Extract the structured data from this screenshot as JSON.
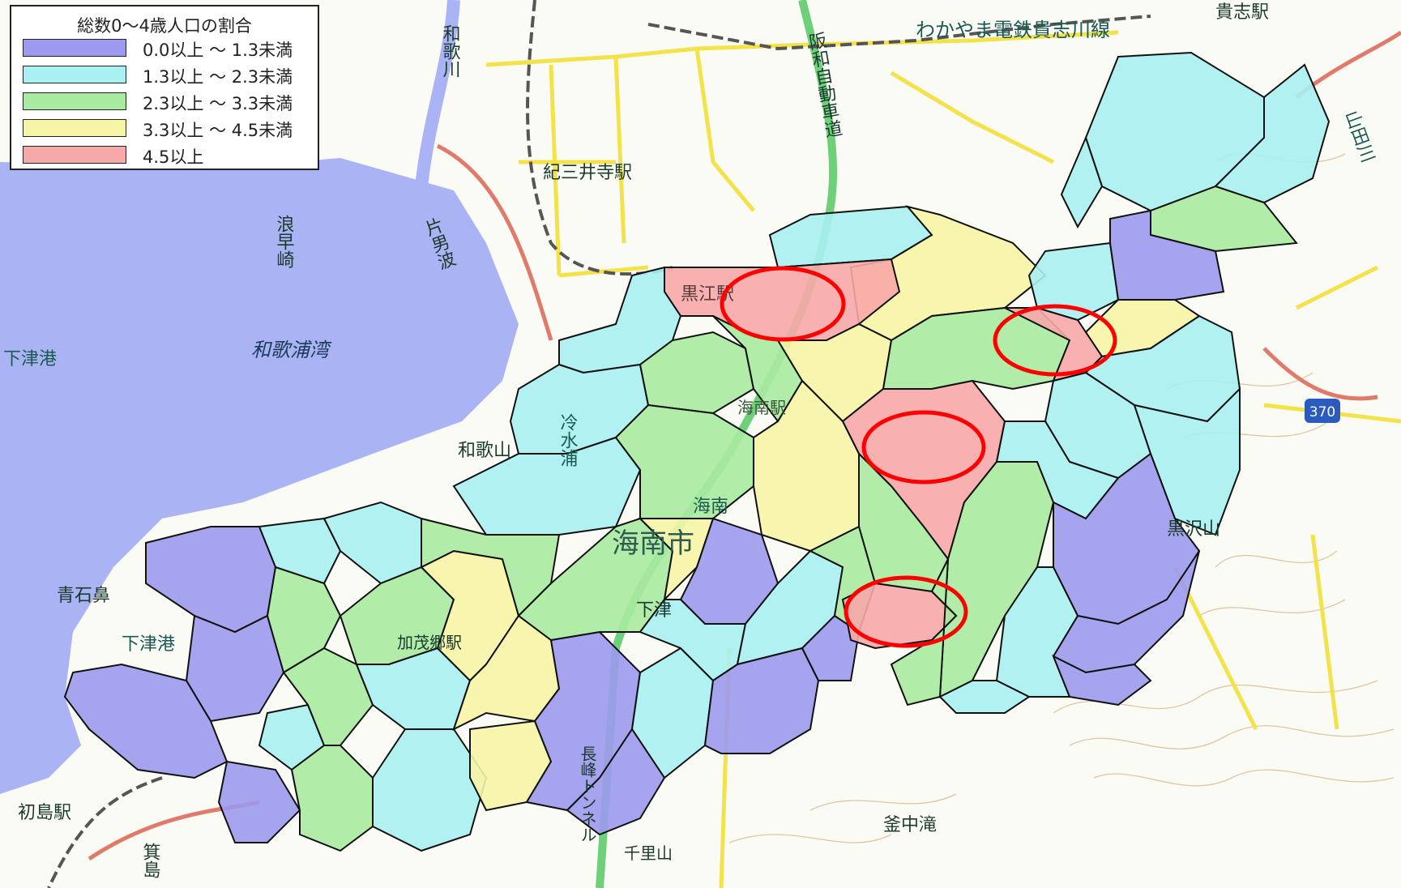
{
  "legend": {
    "title": "総数0〜4歳人口の割合",
    "items": [
      {
        "label": "0.0以上 〜 1.3未満",
        "color": "#9c99ee"
      },
      {
        "label": "1.3以上 〜 2.3未満",
        "color": "#a8f0f2"
      },
      {
        "label": "2.3以上 〜 3.3未満",
        "color": "#a8eaa0"
      },
      {
        "label": "3.3以上 〜 4.5未満",
        "color": "#f6f4a6"
      },
      {
        "label": "4.5以上",
        "color": "#f7a8a8"
      }
    ]
  },
  "place_labels": {
    "wakayama_river": "和歌川",
    "kimiidera_station": "紀三井寺駅",
    "hanwa_expressway": "阪和自動車道",
    "wakayama_railway": "わかやま電鉄貴志川線",
    "kishi_station": "貴志駅",
    "yamada_river": "山田川",
    "nami_hayazaki": "浪早崎",
    "katao_nami": "片男波",
    "shimotsu_port_left": "下津港",
    "wakaura_bay": "和歌浦湾",
    "kuroe_station": "黒江駅",
    "kainan_station": "海南駅",
    "wakayama_port": "和歌山",
    "reisui_ura": "冷水浦",
    "kainan": "海南",
    "kainan_city": "海南市",
    "route_370": "370",
    "kuroiwa_yama": "黒沢山",
    "aoishi_bana": "青石鼻",
    "shimotsu_port": "下津港",
    "shimotsu": "下津",
    "kainan_kamo_station": "加茂郷駅",
    "hatsushima_station": "初島駅",
    "minoshima": "箕島",
    "nagamine_tunnel": "長峰トンネル",
    "chiguri_yama": "千里山",
    "kamanaka_taki": "釜中滝"
  },
  "colors": {
    "sea": "#aab4f4",
    "land": "#fbfbf5",
    "road": "#f3e24a",
    "expressway": "#6fd07a",
    "national_road": "#e07a6a",
    "contour": "#d8b98a",
    "highlight": "#ff0000"
  }
}
